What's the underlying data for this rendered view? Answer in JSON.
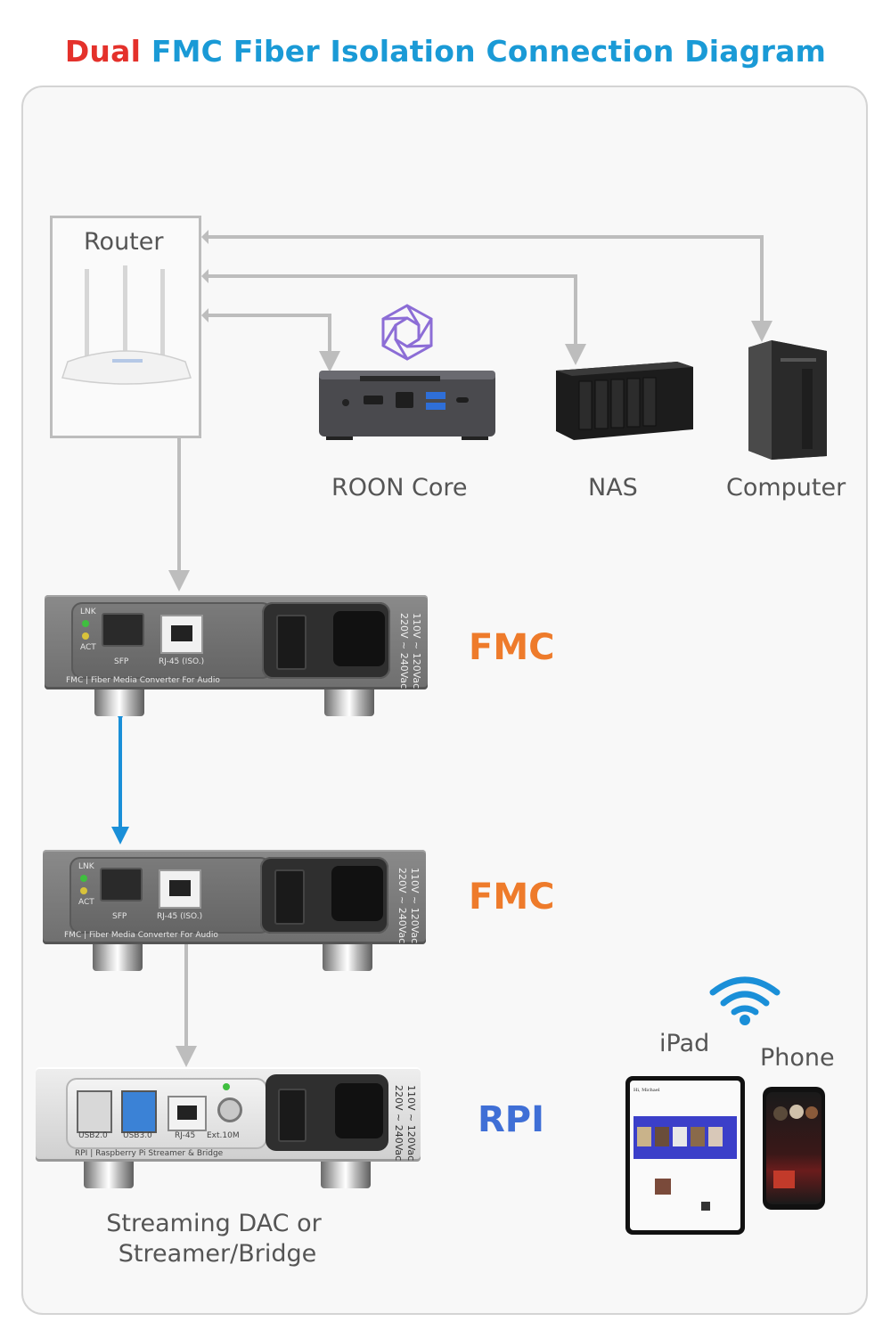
{
  "header": {
    "title_part1": "Dual",
    "title_part2": "FMC Fiber Isolation Connection Diagram"
  },
  "nodes": {
    "router": {
      "label": "Router"
    },
    "roon_core": {
      "label": "ROON Core"
    },
    "nas": {
      "label": "NAS"
    },
    "computer": {
      "label": "Computer"
    },
    "fmc_top": {
      "label": "FMC"
    },
    "fmc_bottom": {
      "label": "FMC"
    },
    "rpi": {
      "label": "RPI"
    },
    "streamer": {
      "label_line1": "Streaming DAC or",
      "label_line2": "Streamer/Bridge"
    },
    "ipad": {
      "label": "iPad"
    },
    "phone": {
      "label": "Phone"
    }
  },
  "fmc_panel": {
    "lnk": "LNK",
    "act": "ACT",
    "sfp": "SFP",
    "rj45": "RJ-45 (ISO.)",
    "caption": "FMC | Fiber Media Converter For Audio",
    "voltage_1": "110V ~ 120Vac",
    "voltage_2": "220V ~ 240Vac"
  },
  "rpi_panel": {
    "usb2": "USB2.0",
    "usb3": "USB3.0",
    "rj45": "RJ-45",
    "ext": "Ext.10M",
    "caption": "RPI | Raspberry Pi Streamer & Bridge",
    "voltage_1": "110V ~ 120Vac",
    "voltage_2": "220V ~ 240Vac"
  },
  "screens": {
    "ipad_greeting": "Hi, Michael"
  },
  "colors": {
    "title_red": "#e4312b",
    "title_blue": "#1a9ad6",
    "fmc_orange": "#ee7b2b",
    "rpi_blue": "#3f6fd6",
    "fiber_blue": "#1a8fd8",
    "ethernet_gray": "#bdbdbd",
    "roon_purple": "#8c6dd6",
    "wifi_blue": "#1a8fd8"
  }
}
